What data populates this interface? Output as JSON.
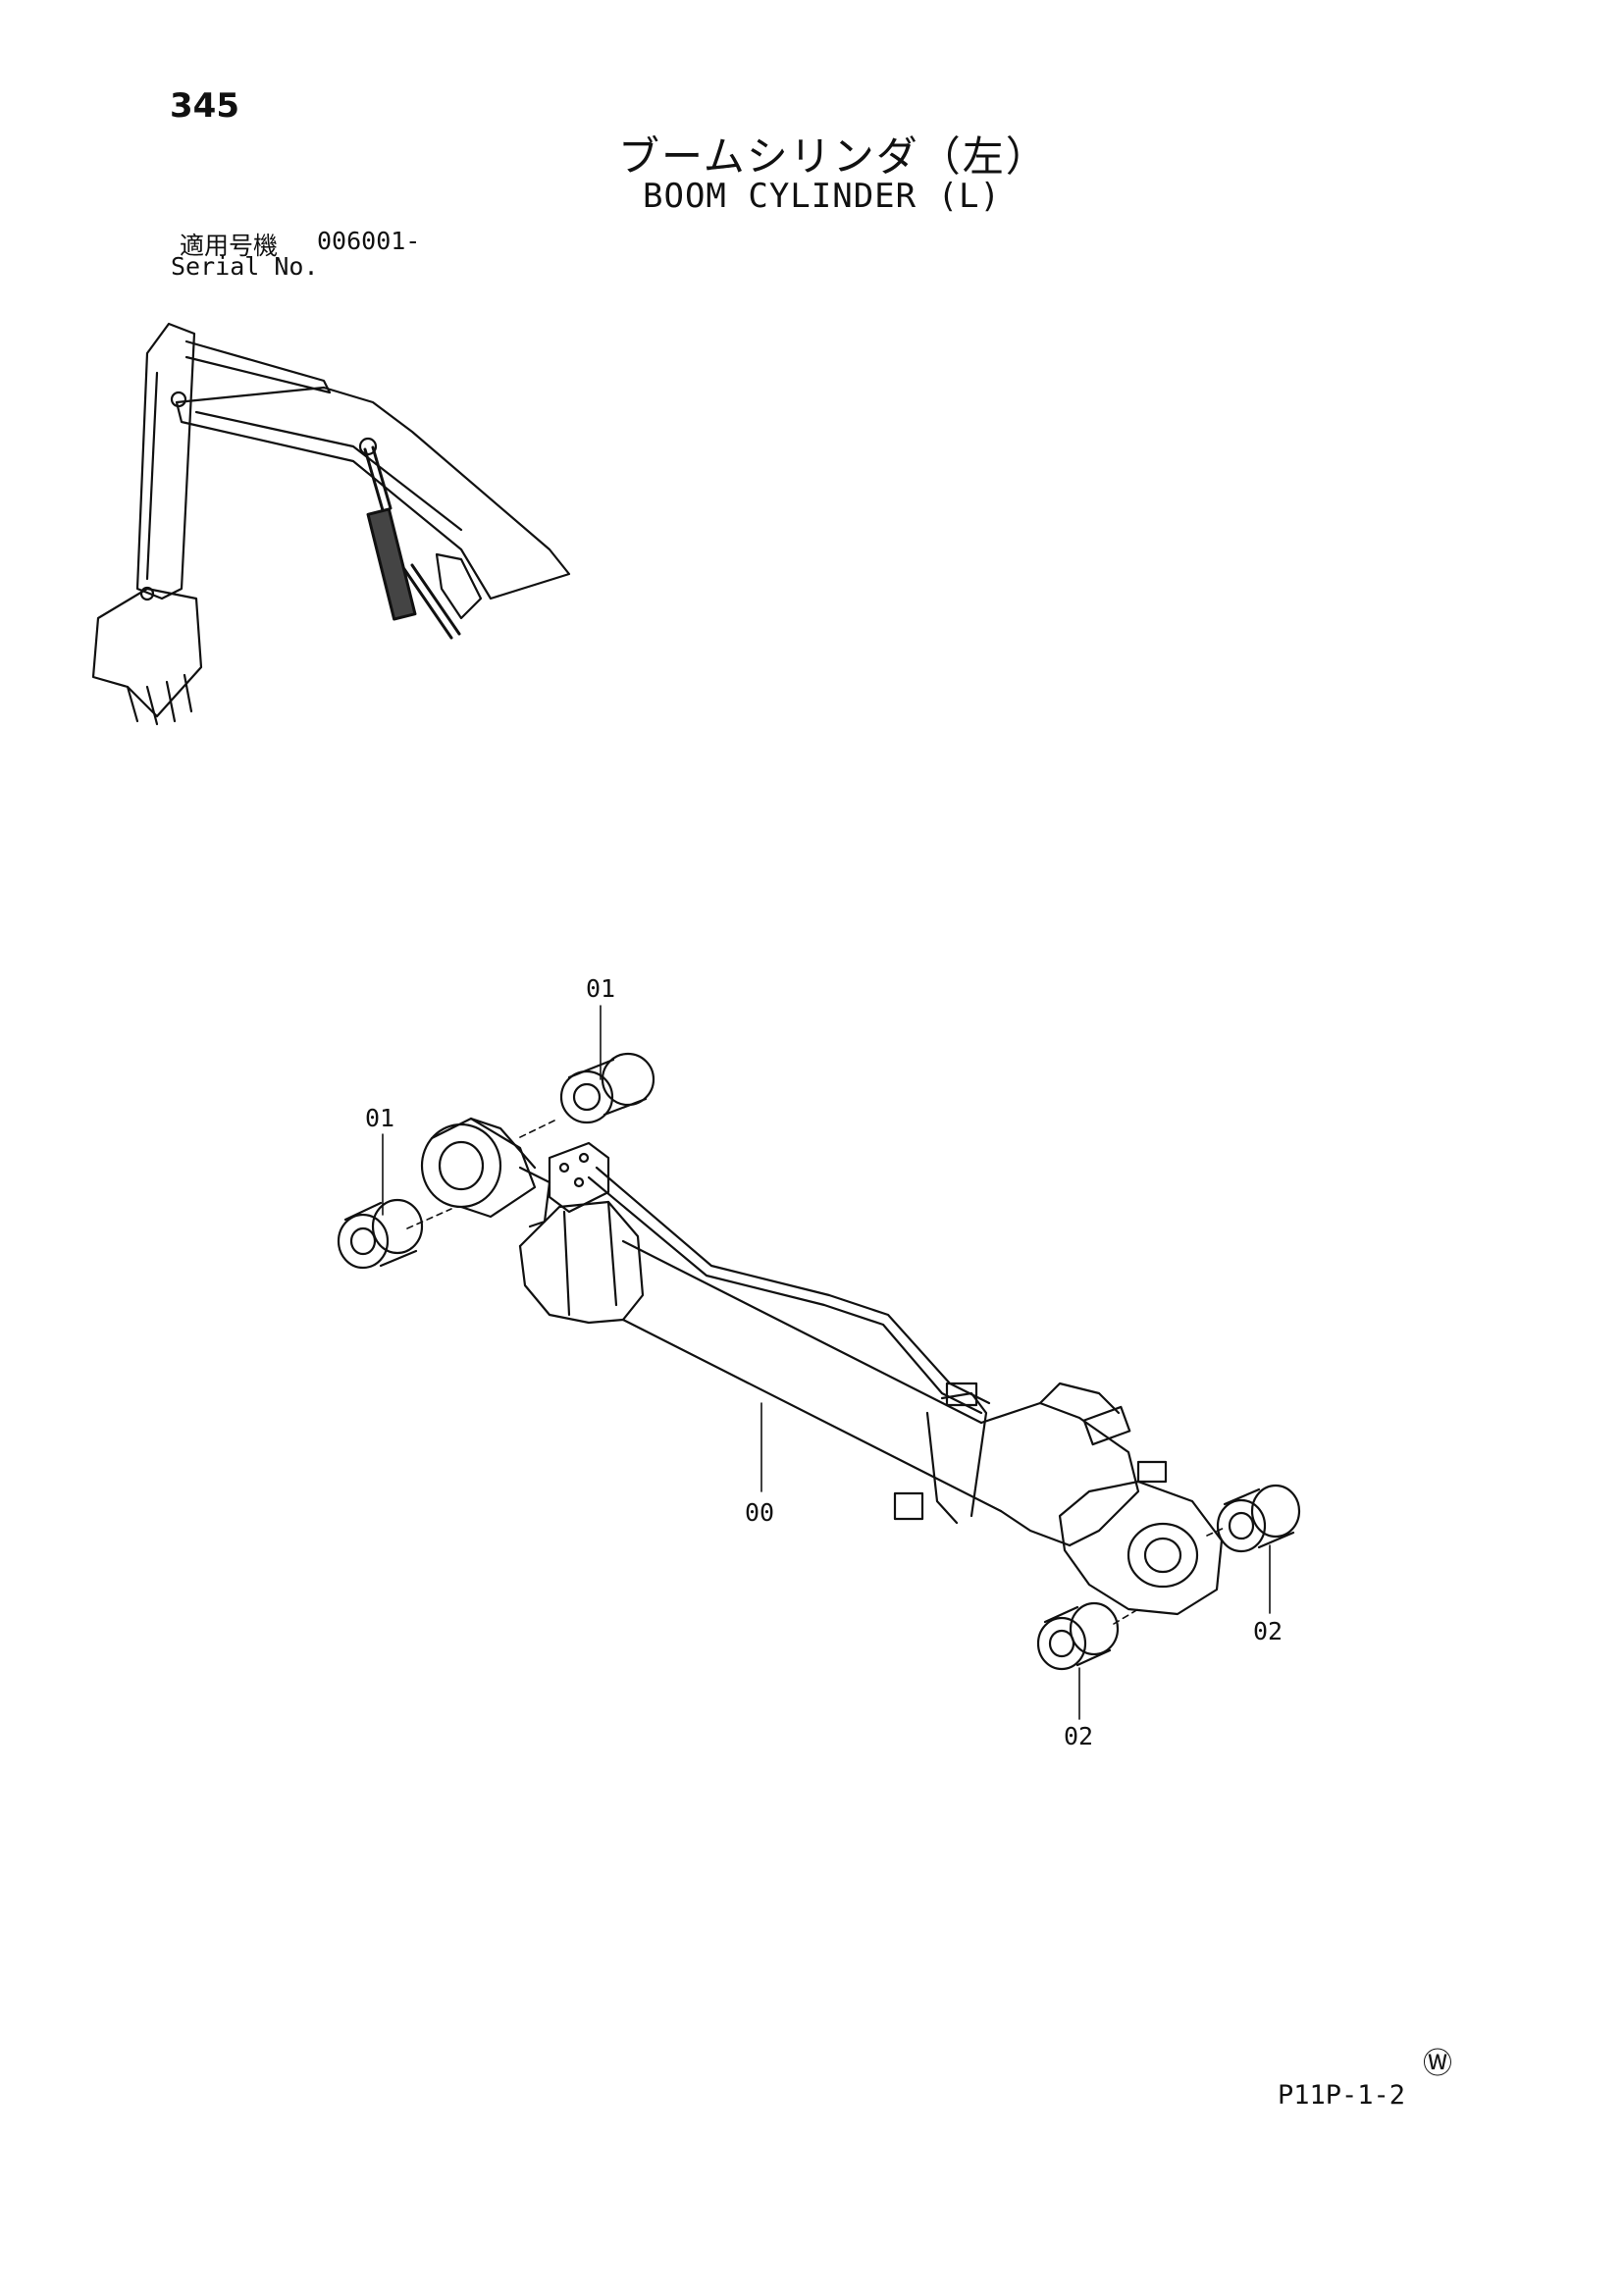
{
  "page_number": "345",
  "title_jp": "ブームシリンダ（左）",
  "title_en": "BOOM CYLINDER (L)",
  "serial": {
    "label_jp": "適用号機",
    "value": "006001-",
    "label_en": "Serial No."
  },
  "callouts": [
    "01",
    "01",
    "00",
    "02",
    "02"
  ],
  "watermark_symbol": "Ⓦ",
  "page_code": "P11P-1-2"
}
